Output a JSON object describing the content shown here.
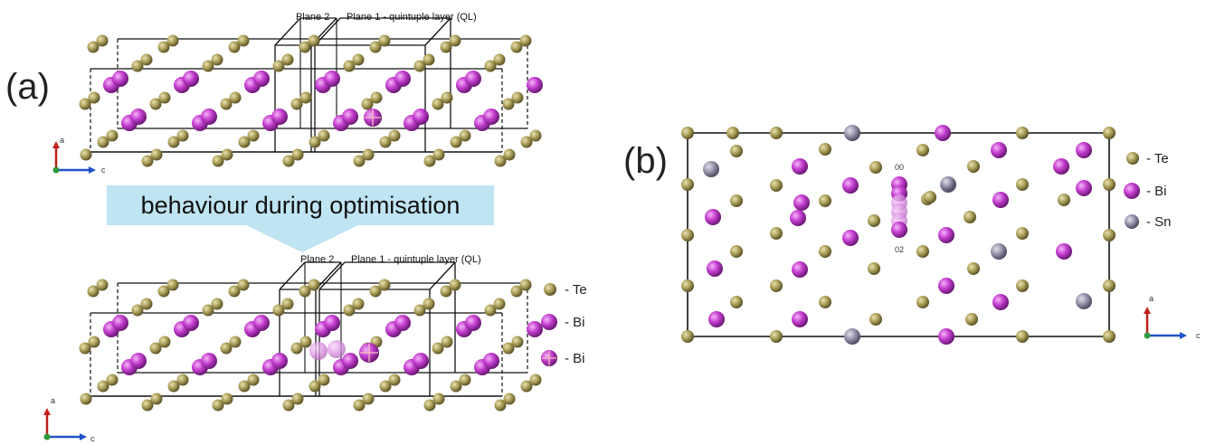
{
  "panels": {
    "a_label": "(a)",
    "b_label": "(b)"
  },
  "banner": {
    "text": "behaviour during optimisation"
  },
  "planes": {
    "plane2": "Plane 2",
    "plane1": "Plane 1 - quintuple layer (QL)"
  },
  "legend_a": [
    {
      "label": "- Te",
      "atom": "Te"
    },
    {
      "label": "- Bi",
      "atom": "Bi"
    },
    {
      "label": "- Bi",
      "atom": "Bi-highlight"
    }
  ],
  "legend_b": [
    {
      "label": "- Te",
      "atom": "Te"
    },
    {
      "label": "- Bi",
      "atom": "Bi"
    },
    {
      "label": "- Sn",
      "atom": "Sn"
    }
  ],
  "panel_b_annotations": {
    "top": "00",
    "bottom": "02"
  },
  "axes": {
    "horizontal": "c",
    "vertical": "a"
  },
  "colors": {
    "te": "#9a8f4c",
    "bi": "#c03fc9",
    "sn": "#8f8aa2",
    "banner": "#bfe4f2",
    "axis_red": "#c0201b",
    "axis_blue": "#2052c8",
    "axis_green": "#2b9a3a"
  },
  "icons": [
    "axis-triad-icon",
    "highlight-cross-icon"
  ]
}
